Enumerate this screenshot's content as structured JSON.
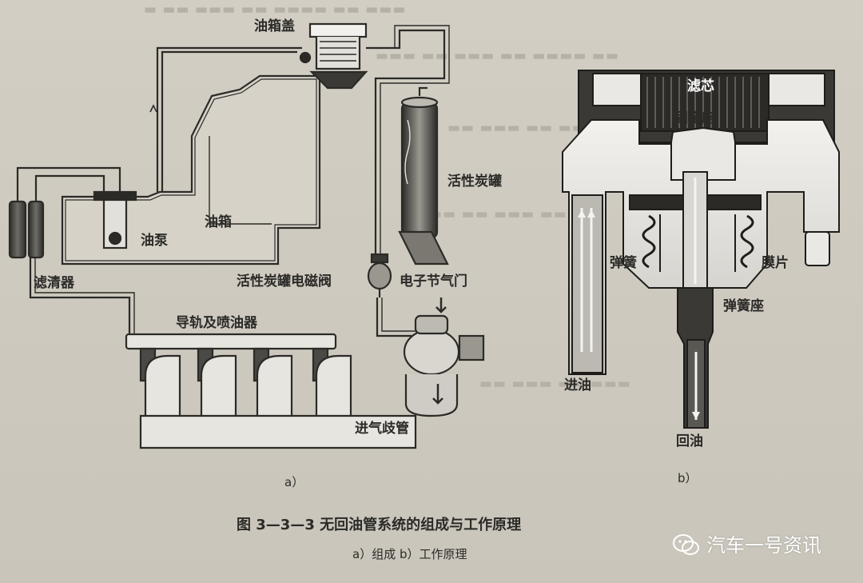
{
  "diagram_a": {
    "labels": {
      "tank_cap": "油箱盖",
      "canister": "活性炭罐",
      "tank": "油箱",
      "pump": "油泵",
      "filter": "滤清器",
      "solenoid": "活性炭罐电磁阀",
      "throttle": "电子节气门",
      "rail": "导轨及喷油器",
      "manifold": "进气歧管"
    },
    "sublabel": "a）"
  },
  "diagram_b": {
    "labels": {
      "element": "滤芯",
      "seat": "固定座",
      "spring": "弹簧",
      "diaphragm": "膜片",
      "spring_seat": "弹簧座",
      "inlet": "进油",
      "return": "回油"
    },
    "sublabel": "b）"
  },
  "caption": {
    "title": "图 3—3—3    无回油管系统的组成与工作原理",
    "subtitle": "a）组成    b）工作原理"
  },
  "watermark": {
    "text": "汽车一号资讯",
    "icon": "wechat-icon"
  },
  "colors": {
    "paper": "#cfcbc1",
    "ink": "#2b2a27",
    "watermark": "#ffffff"
  }
}
